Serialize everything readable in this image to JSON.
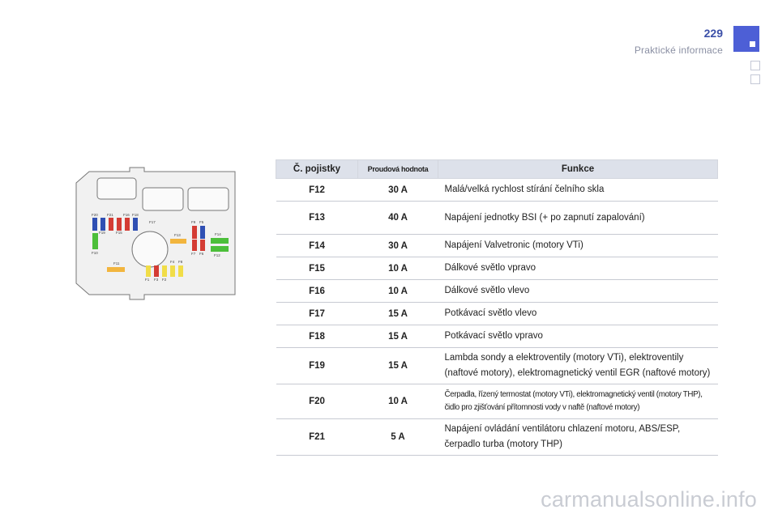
{
  "header": {
    "page_number": "229",
    "section_title": "Praktické informace"
  },
  "diagram": {
    "fuse_labels": [
      "F20",
      "F21",
      "F16",
      "F18",
      "F17",
      "F19",
      "F15",
      "F9",
      "F5",
      "F13",
      "F14",
      "F10",
      "F7",
      "F6",
      "F12",
      "F11",
      "F4",
      "F8",
      "F1",
      "F3",
      "F2"
    ],
    "colors": {
      "blue": "#2f4fb3",
      "red": "#d43c34",
      "green": "#4cbf3a",
      "yellow": "#f1dd48",
      "orange": "#f2b53e"
    }
  },
  "table": {
    "headers": [
      "Č. pojistky",
      "Proudová hodnota",
      "Funkce"
    ],
    "rows": [
      {
        "num": "F12",
        "current": "30 A",
        "function": "Malá/velká rychlost stírání čelního skla"
      },
      {
        "num": "F13",
        "current": "40 A",
        "function": "Napájení jednotky BSI (+ po zapnutí zapalování)"
      },
      {
        "num": "F14",
        "current": "30 A",
        "function": "Napájení Valvetronic (motory VTi)"
      },
      {
        "num": "F15",
        "current": "10 A",
        "function": "Dálkové světlo vpravo"
      },
      {
        "num": "F16",
        "current": "10 A",
        "function": "Dálkové světlo vlevo"
      },
      {
        "num": "F17",
        "current": "15 A",
        "function": "Potkávací světlo vlevo"
      },
      {
        "num": "F18",
        "current": "15 A",
        "function": "Potkávací světlo vpravo"
      },
      {
        "num": "F19",
        "current": "15 A",
        "function": "Lambda sondy a elektroventily (motory VTi), elektroventily (naftové motory), elektromagnetický ventil EGR (naftové motory)"
      },
      {
        "num": "F20",
        "current": "10 A",
        "function": "Čerpadla, řízený termostat (motory VTi), elektromagnetický ventil (motory THP), čidlo pro zjišťování přítomnosti vody v naftě (naftové motory)"
      },
      {
        "num": "F21",
        "current": "5 A",
        "function": "Napájení ovládání ventilátoru chlazení motoru, ABS/ESP, čerpadlo turba (motory THP)"
      }
    ]
  },
  "watermark": "carmanualsonline.info"
}
